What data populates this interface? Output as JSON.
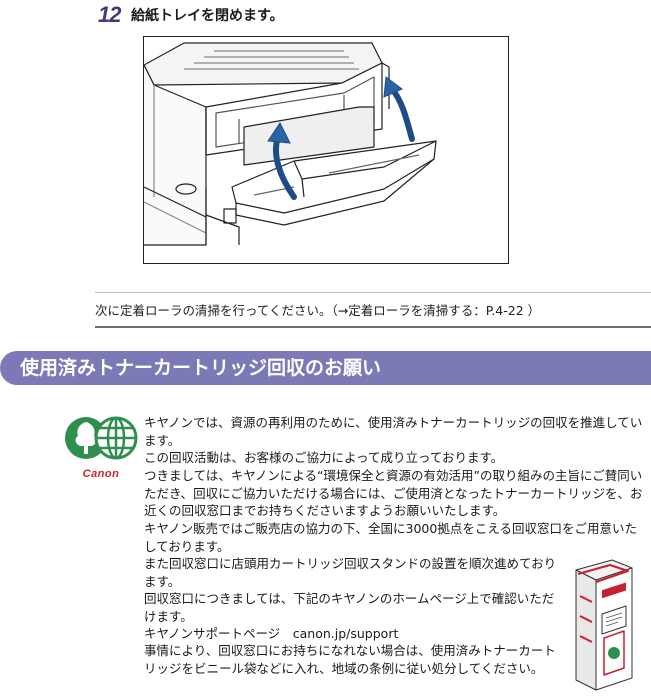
{
  "step": {
    "number": "12",
    "text": "給紙トレイを閉めます。"
  },
  "note": {
    "text": "次に定着ローラの清掃を行ってください。（→定着ローラを清掃する：P.4-22 ）"
  },
  "section": {
    "title": "使用済みトナーカートリッジ回収のお願い"
  },
  "logo": {
    "brand": "Canon"
  },
  "paragraphs": [
    "キヤノンでは、資源の再利用のために、使用済みトナーカートリッジの回収を推進しています。",
    "この回収活動は、お客様のご協力によって成り立っております。",
    "つきましては、キヤノンによる“環境保全と資源の有効活用”の取り組みの主旨にご賛同いただき、回収にご協力いただける場合には、ご使用済となったトナーカートリッジを、お近くの回収窓口までお持ちくださいますようお願いいたします。",
    "キヤノン販売ではご販売店の協力の下、全国に3000拠点をこえる回収窓口をご用意いたしております。",
    "また回収窓口に店頭用カートリッジ回収スタンドの設置を順次進めております。",
    "回収窓口につきましては、下記のキヤノンのホームページ上で確認いただけます。",
    "キヤノンサポートページ　canon.jp/support",
    "事情により、回収窓口にお持ちになれない場合は、使用済みトナーカートリッジをビニール袋などに入れ、地域の条例に従い処分してください。"
  ],
  "colors": {
    "banner": "#7b7ab7",
    "logo_green": "#2f8f4e",
    "brand_red": "#c8202e",
    "step_number": "#3d3d7a"
  }
}
